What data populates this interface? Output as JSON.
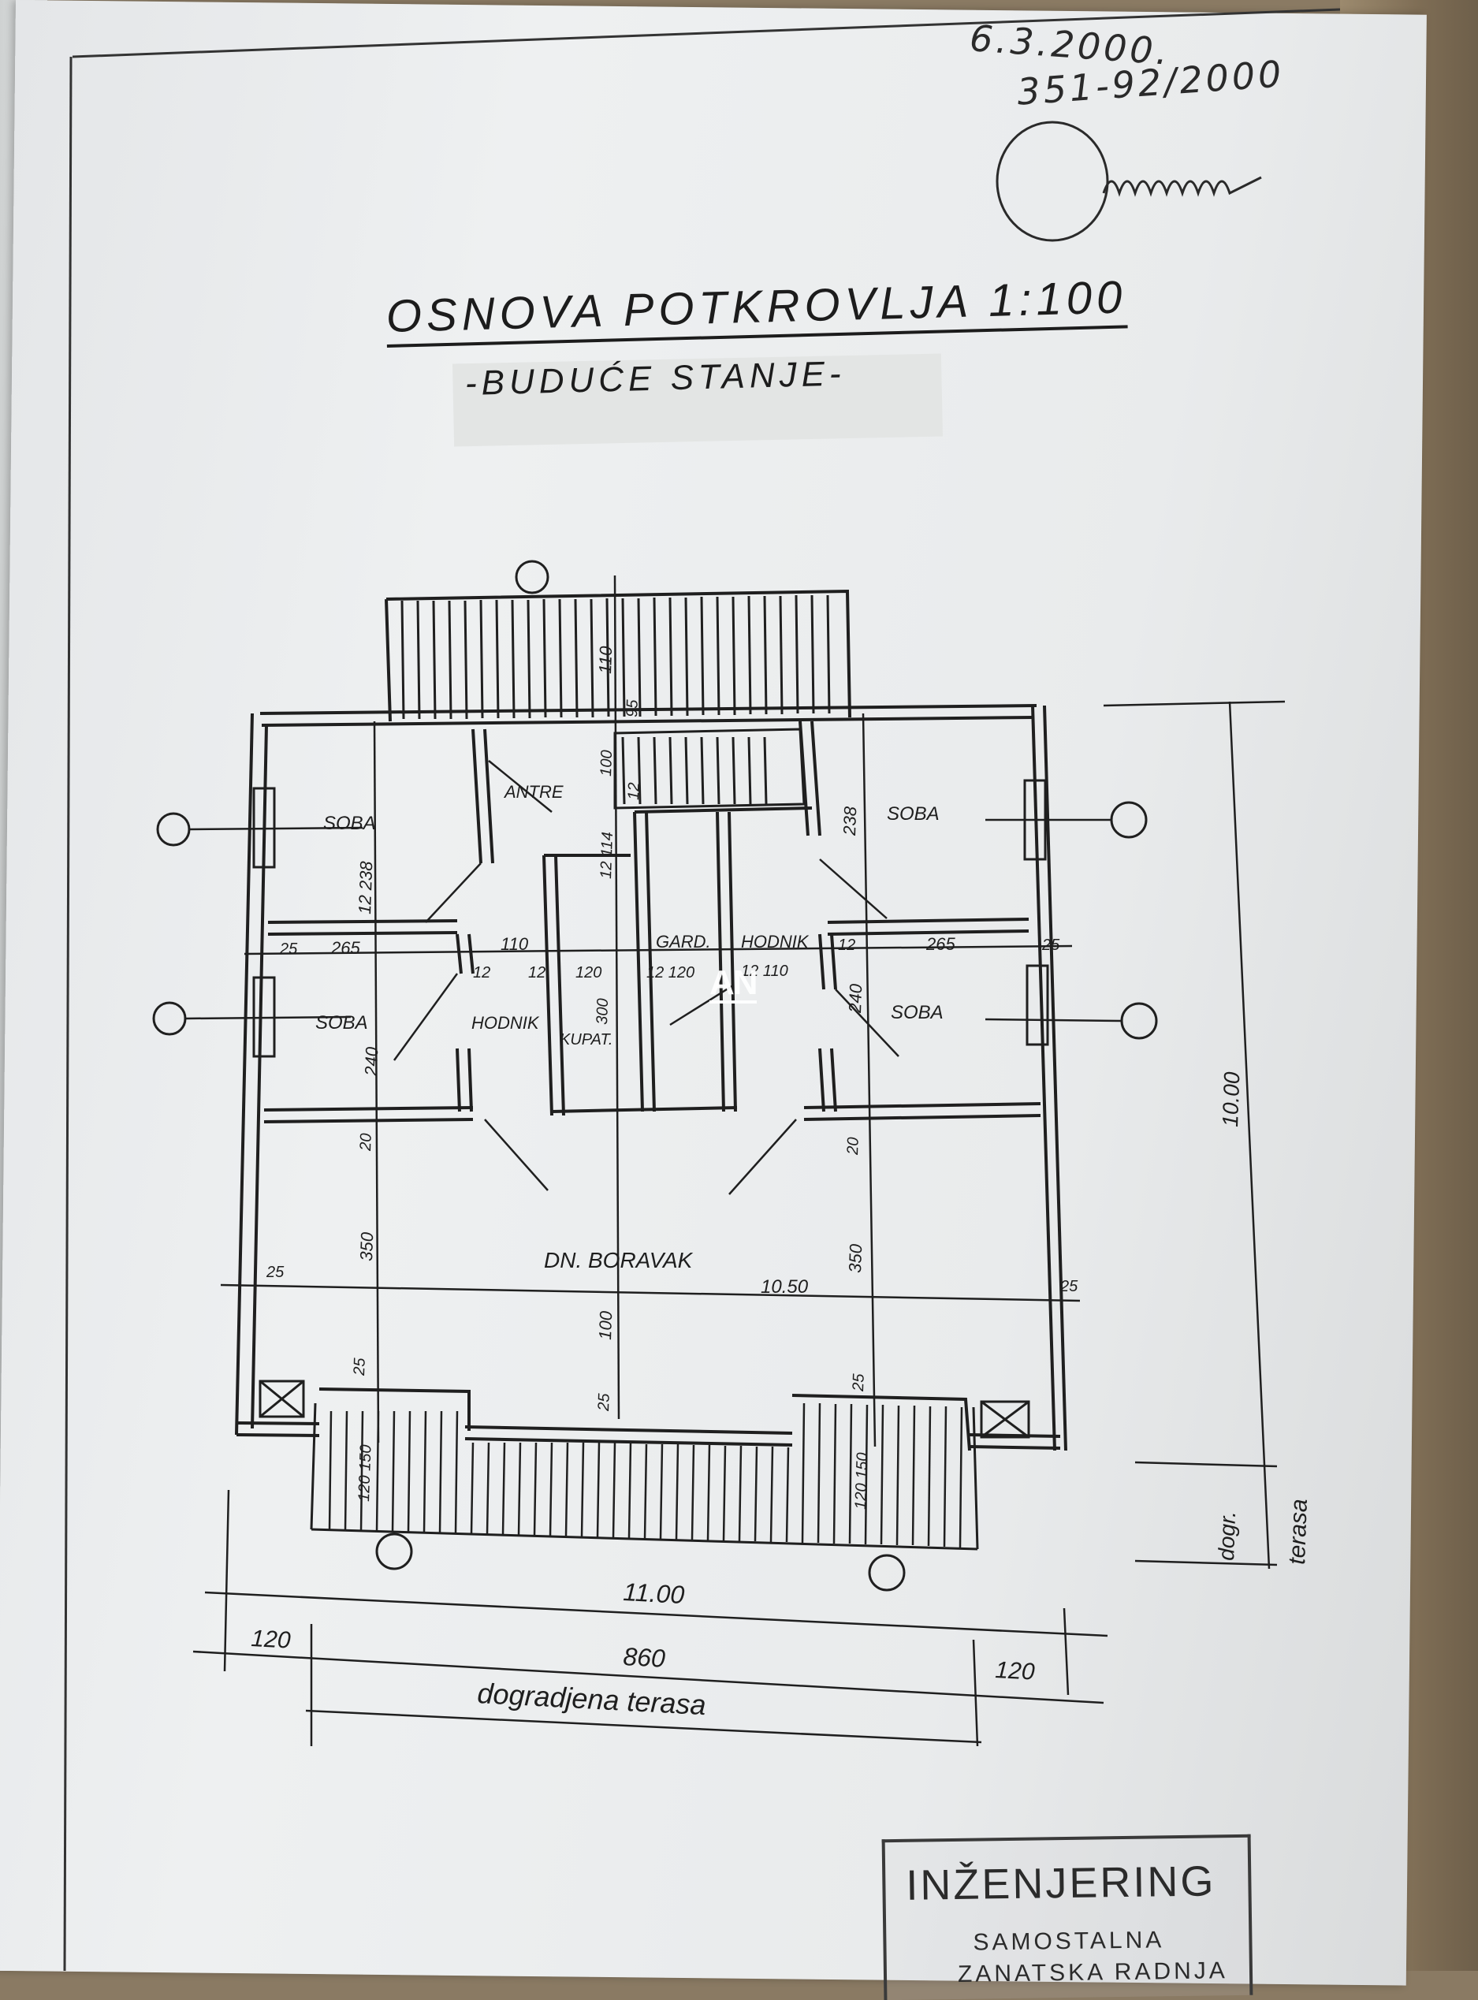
{
  "handwritten": {
    "date": "6.3.2000.",
    "reference": "351-92/2000"
  },
  "heading": {
    "title": "OSNOVA POTKROVLJA 1:100",
    "subtitle": "-BUDUĆE STANJE-"
  },
  "rooms": {
    "soba_tl": "SOBA",
    "soba_tr": "SOBA",
    "soba_ml": "SOBA",
    "soba_mr": "SOBA",
    "antre": "ANTRE",
    "gard": "GARD.",
    "hodnik_r": "HODNIK",
    "hodnik_l": "HODNIK",
    "kupat": "KUPAT.",
    "boravak": "DN. BORAVAK"
  },
  "dimensions": {
    "d110_top": "110",
    "d95": "95",
    "d100_stair": "100",
    "d12_stair": "12",
    "d238_left": "12 238",
    "d238_right": "238",
    "d12_114": "12 114",
    "d25_l": "25",
    "d265_l": "265",
    "d110_l": "110",
    "d12_a": "12",
    "d12_b": "12",
    "d120_a": "120",
    "d12_120": "12 120",
    "d12_110": "12 110",
    "d12_c": "12",
    "d265_r": "265",
    "d25_r": "25",
    "d240_l": "240",
    "d300": "300",
    "d240_r": "240",
    "d20_l": "20",
    "d20_r": "20",
    "d350_l": "350",
    "d350_r": "350",
    "d25_ll": "25",
    "d25_rr": "25",
    "d1050": "10.50",
    "d100_mid": "100",
    "d25_bl": "25",
    "d25_bm": "25",
    "d25_br": "25",
    "d1000": "10.00",
    "d120_bl": "120 150",
    "d120_br": "120 150",
    "d1100": "11.00",
    "d120_left": "120",
    "d860": "860",
    "d120_right": "120",
    "dogradjena_terasa": "dogradjena terasa",
    "dogr": "dogr.",
    "terasa": "terasa"
  },
  "stamp": {
    "main": "INŽENJERING",
    "sub": "SAMOSTALNA",
    "sub2": "ZANATSKA RADNJA"
  },
  "watermark": "AN"
}
